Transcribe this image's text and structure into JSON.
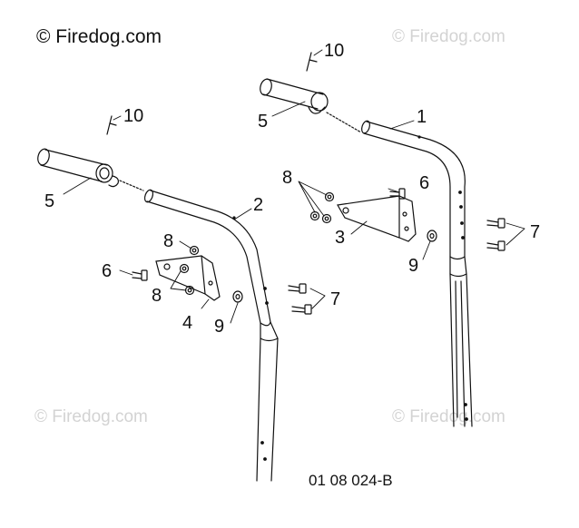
{
  "watermarks": {
    "main": "© Firedog.com",
    "top_right": "© Firedog.com",
    "bottom_left": "© Firedog.com",
    "bottom_right": "© Firedog.com"
  },
  "drawing_ref": "01 08 024-B",
  "callouts": {
    "handle_right": "1",
    "handle_left": "2",
    "bracket_right": "3",
    "bracket_left": "4",
    "grip_left": "5",
    "grip_right": "5",
    "bolt_left": "6",
    "bolt_right": "6",
    "screws_left": "7",
    "screws_right": "7",
    "nut_left_top": "8",
    "nut_left_mid": "8",
    "nuts_right": "8",
    "washer_left": "9",
    "washer_right": "9",
    "tie_left": "10",
    "tie_right": "10"
  },
  "colors": {
    "ink": "#111111",
    "watermark": "#d3d3d3",
    "background": "#ffffff"
  }
}
